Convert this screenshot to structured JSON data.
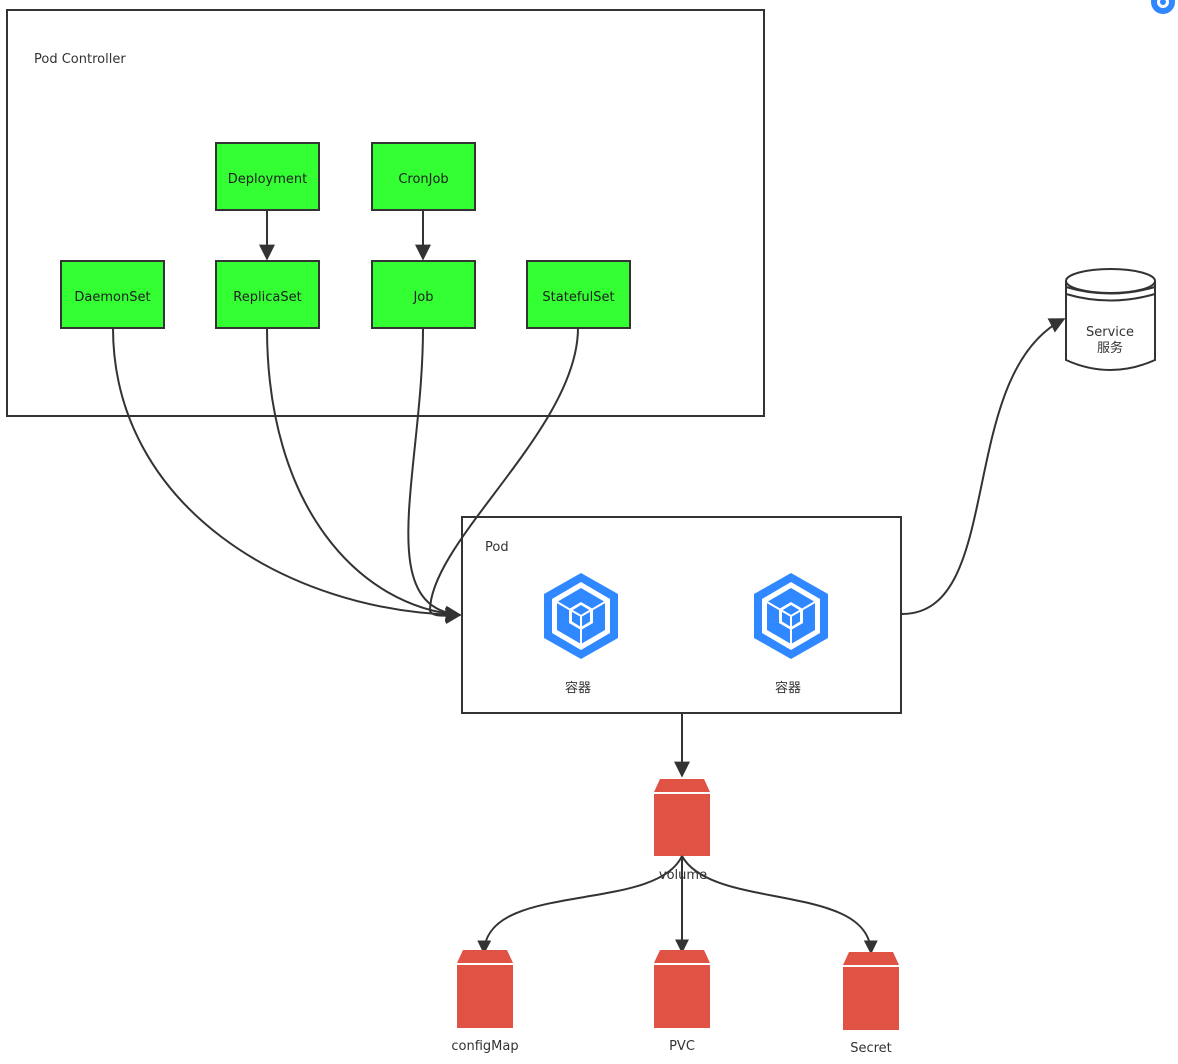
{
  "frames": {
    "pod_controller": {
      "label": "Pod Controller"
    },
    "pod": {
      "label": "Pod"
    }
  },
  "controllers": {
    "deployment": "Deployment",
    "cronjob": "CronJob",
    "daemonset": "DaemonSet",
    "replicaset": "ReplicaSet",
    "job": "Job",
    "statefulset": "StatefulSet"
  },
  "containers": {
    "container_1": "容器",
    "container_2": "容器"
  },
  "service": {
    "line1": "Service",
    "line2": "服务"
  },
  "storage": {
    "volume": "volume",
    "configmap": "configMap",
    "pvc": "PVC",
    "secret": "Secret"
  },
  "colors": {
    "controller_fill": "#33ff33",
    "container_icon": "#2f88ff",
    "storage_fill": "#e05243",
    "line": "#333333"
  },
  "icons": {
    "container": "cube-stack-icon",
    "service": "database-cylinder-icon",
    "storage": "storage-bucket-icon",
    "top_right": "circle-logo-icon"
  }
}
